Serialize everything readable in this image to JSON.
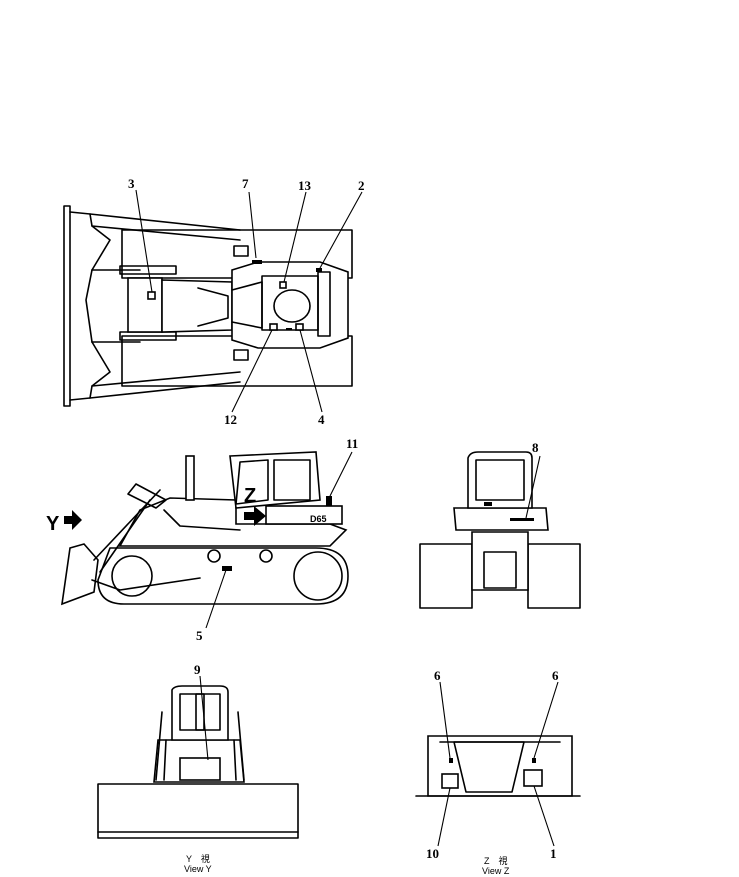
{
  "callouts": {
    "n1": "1",
    "n2": "2",
    "n3": "3",
    "n4": "4",
    "n5": "5",
    "n6a": "6",
    "n6b": "6",
    "n7": "7",
    "n8": "8",
    "n9": "9",
    "n10": "10",
    "n11": "11",
    "n12": "12",
    "n13": "13"
  },
  "view_markers": {
    "y_arrow_label": "Y",
    "z_label": "Z",
    "model_plate": "D65"
  },
  "captions": {
    "view_y_jp": "Y　視",
    "view_y": "View  Y",
    "view_z_jp": "Z　視",
    "view_z": "View  Z"
  }
}
